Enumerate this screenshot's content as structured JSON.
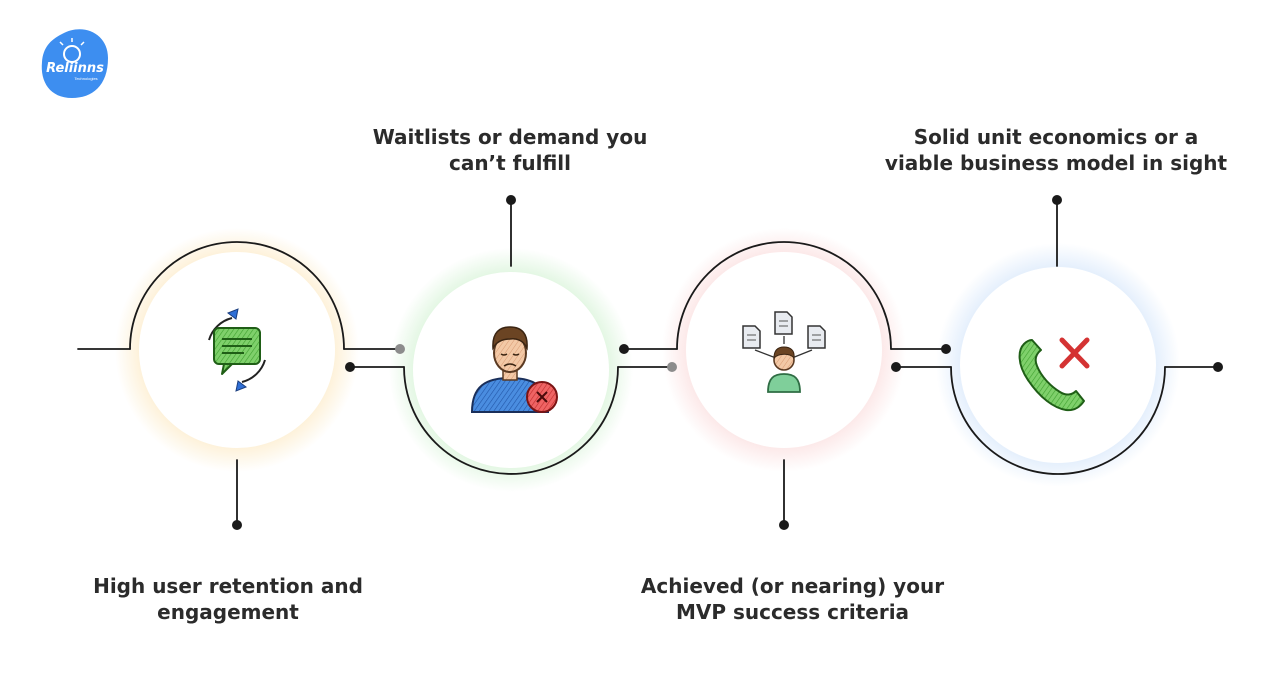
{
  "brand": {
    "name": "Reliinns",
    "tagline": "Technologies",
    "color": "#3d8ef0"
  },
  "steps": [
    {
      "lines": [
        "High user retention and",
        "engagement"
      ],
      "icon": "chat-refresh-icon",
      "glow": "#f8c867"
    },
    {
      "lines": [
        "Waitlists or demand you",
        "can’t fulfill"
      ],
      "icon": "upset-person-icon",
      "glow": "#8fde8f"
    },
    {
      "lines": [
        "Achieved (or nearing) your",
        "MVP success criteria"
      ],
      "icon": "person-documents-icon",
      "glow": "#f4a4a4"
    },
    {
      "lines": [
        "Solid unit economics or a",
        "viable business model in sight"
      ],
      "icon": "call-declined-icon",
      "glow": "#9cc4f5"
    }
  ],
  "colors": {
    "line": "#1a1a1a",
    "connector_dot": "#8c8c8c",
    "text": "#2b2b2b"
  }
}
